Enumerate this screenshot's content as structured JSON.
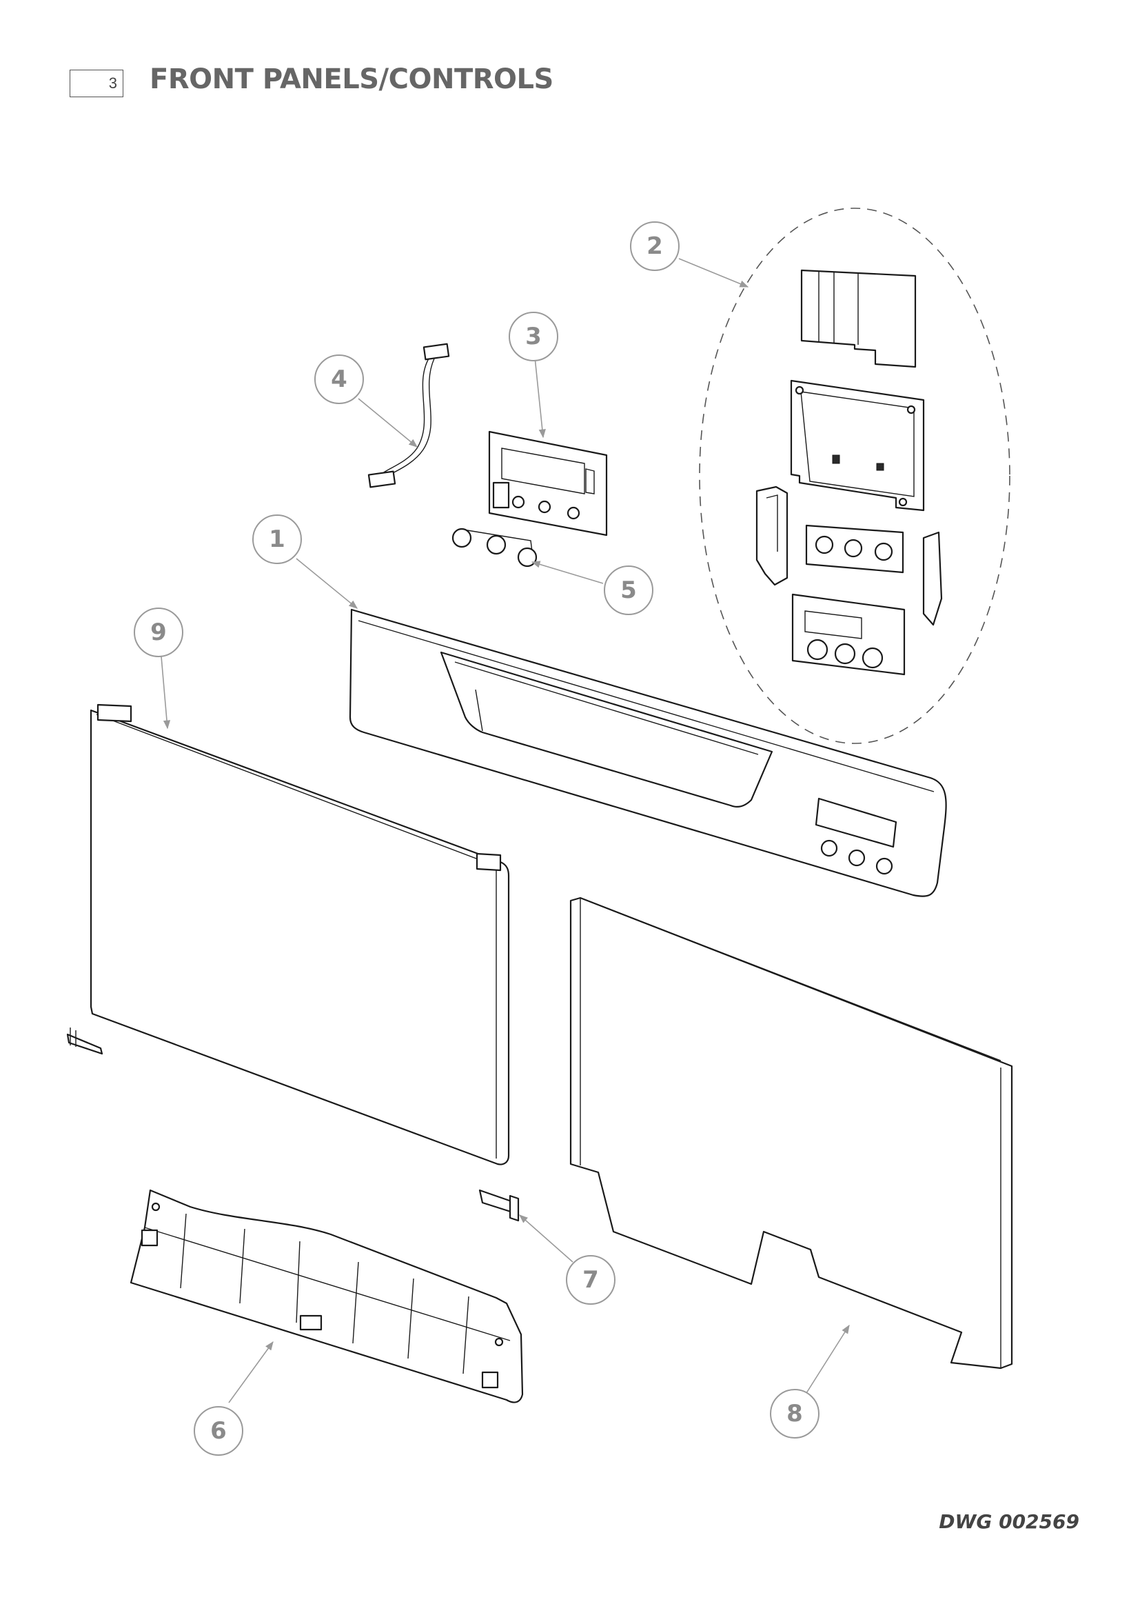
{
  "header": {
    "section_number": "3",
    "title": "FRONT PANELS/CONTROLS"
  },
  "footer": {
    "drawing_number": "DWG 002569"
  },
  "callouts": [
    {
      "label": "1",
      "part": "control-panel-fascia"
    },
    {
      "label": "2",
      "part": "display-housing-assembly"
    },
    {
      "label": "3",
      "part": "control-pcb"
    },
    {
      "label": "4",
      "part": "wiring-harness"
    },
    {
      "label": "5",
      "part": "push-buttons"
    },
    {
      "label": "6",
      "part": "toe-kick-panel"
    },
    {
      "label": "7",
      "part": "fastener-pin"
    },
    {
      "label": "8",
      "part": "rear-panel"
    },
    {
      "label": "9",
      "part": "front-door-panel"
    }
  ]
}
